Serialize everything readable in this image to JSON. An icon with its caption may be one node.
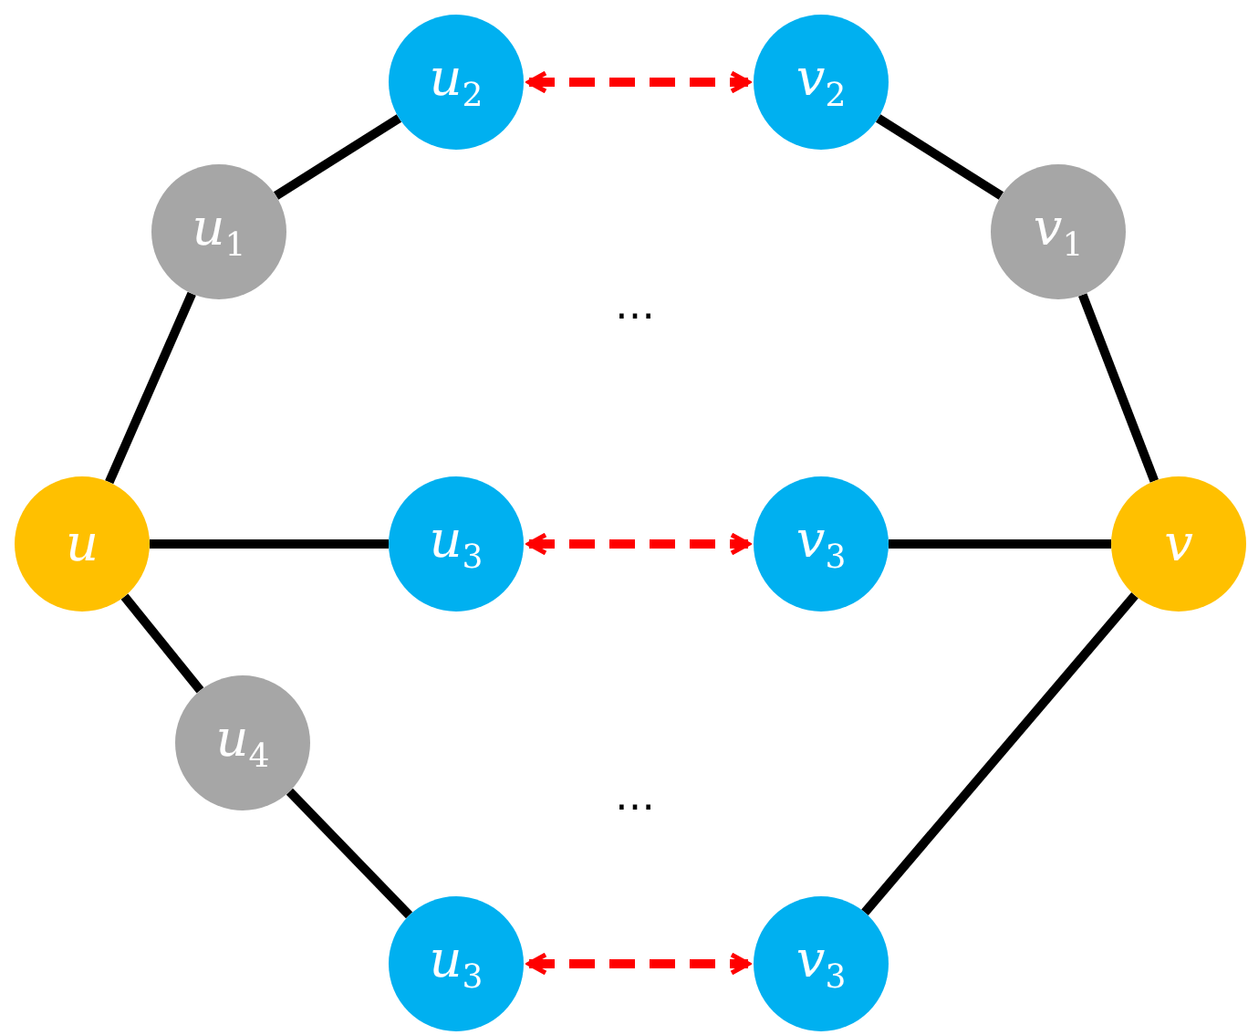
{
  "diagram": {
    "nodes": [
      {
        "text": [
          "*u*$_{2}$"
        ]
      },
      {
        "text": [
          "*v*$_{2}$"
        ]
      },
      {
        "text": [
          "*u*$_{1}$"
        ]
      },
      {
        "text": [
          "*v*$_{1}$"
        ]
      },
      {
        "text": [
          "*u*"
        ]
      },
      {
        "text": [
          "*u*$_{3}$"
        ]
      },
      {
        "text": [
          "*v*$_{3}$"
        ]
      },
      {
        "text": [
          "*v*"
        ]
      },
      {
        "text": [
          "*u*$_{4}$"
        ]
      },
      {
        "text": [
          "*u*$_{3}$"
        ]
      },
      {
        "text": [
          "*v*$_{3}$"
        ]
      }
    ],
    "edges": [
      {
        "from": 4,
        "to": 2,
        "arrow": "none"
      },
      {
        "from": 2,
        "to": 0,
        "arrow": "none"
      },
      {
        "from": 0,
        "to": 1,
        "arrow": "both",
        "style": "dashed",
        "color": "#ff0000"
      },
      {
        "from": 1,
        "to": 3,
        "arrow": "none"
      },
      {
        "from": 3,
        "to": 7,
        "arrow": "none"
      },
      {
        "from": 4,
        "to": 5,
        "arrow": "none"
      },
      {
        "from": 5,
        "to": 6,
        "arrow": "both",
        "style": "dashed",
        "color": "#ff0000"
      },
      {
        "from": 6,
        "to": 7,
        "arrow": "none"
      },
      {
        "from": 4,
        "to": 8,
        "arrow": "none"
      },
      {
        "from": 8,
        "to": 9,
        "arrow": "none"
      },
      {
        "from": 9,
        "to": 10,
        "arrow": "both",
        "style": "dashed",
        "color": "#ff0000"
      },
      {
        "from": 10,
        "to": 7,
        "arrow": "none"
      }
    ],
    "labels": [
      "…",
      "…"
    ]
  }
}
